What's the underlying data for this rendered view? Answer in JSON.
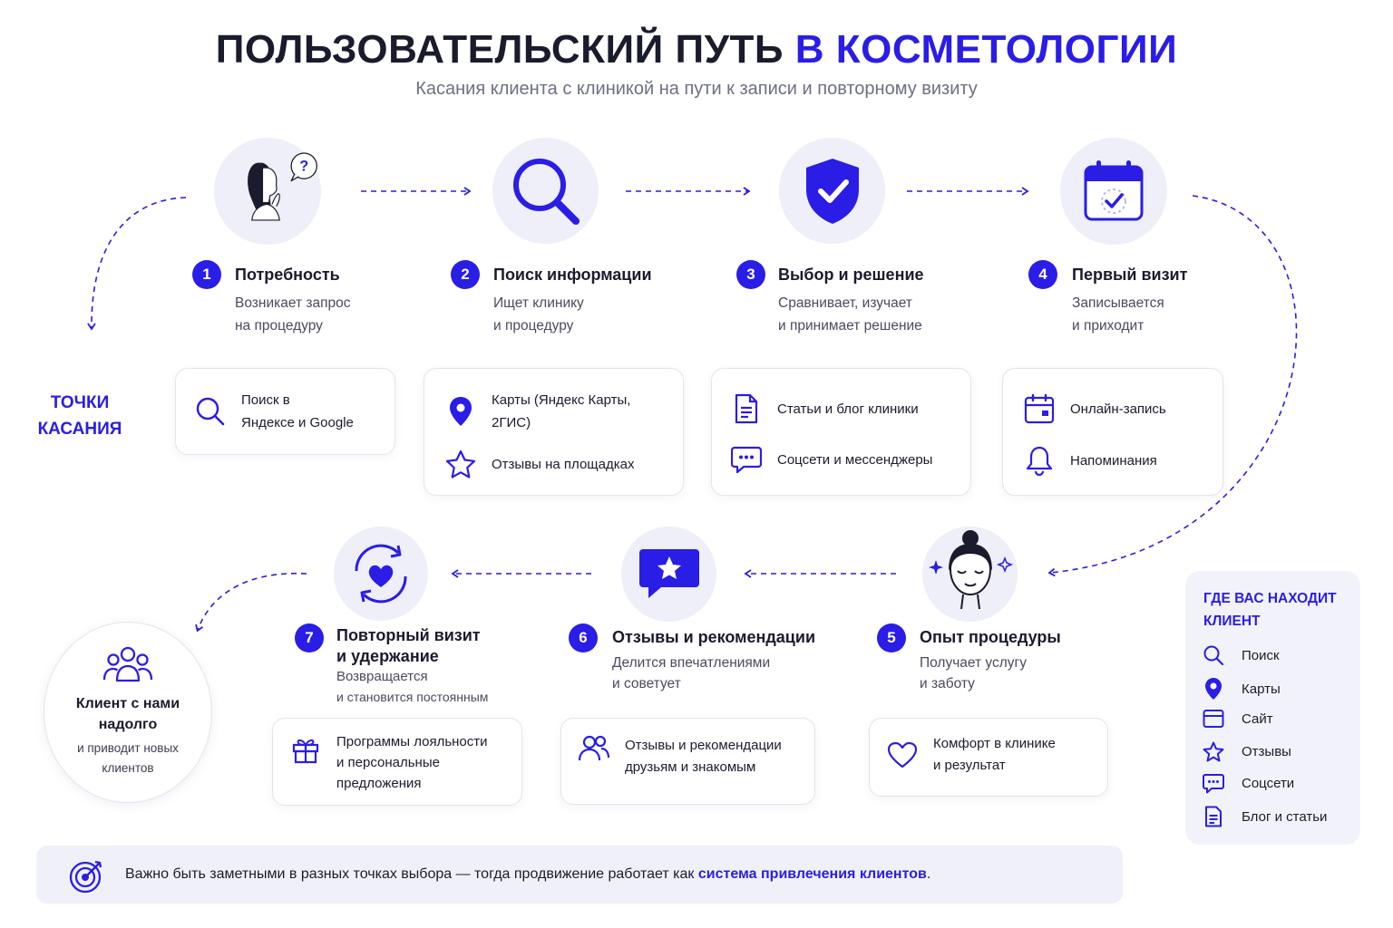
{
  "title": {
    "main": "ПОЛЬЗОВАТЕЛЬСКИЙ ПУТЬ",
    "accent": "В КОСМЕТОЛОГИИ"
  },
  "subtitle": "Касания клиента с клиникой на пути к записи и повторному визиту",
  "colors": {
    "accent": "#2a1de6",
    "circle_bg": "#eeeff8",
    "text": "#1b1b2e",
    "muted": "#6d6f84"
  },
  "touchpoints_label": "ТОЧКИ\nКАСАНИЯ",
  "steps": [
    {
      "num": "1",
      "title": "Потребность",
      "desc": [
        "Возникает запрос",
        "на процедуру"
      ],
      "icon": "woman-question-icon"
    },
    {
      "num": "2",
      "title": "Поиск информации",
      "desc": [
        "Ищет клинику",
        "и процедуру"
      ],
      "icon": "magnifier-icon"
    },
    {
      "num": "3",
      "title": "Выбор и решение",
      "desc": [
        "Сравнивает, изучает",
        "и принимает решение"
      ],
      "icon": "shield-check-icon"
    },
    {
      "num": "4",
      "title": "Первый визит",
      "desc": [
        "Записывается",
        "и приходит"
      ],
      "icon": "calendar-check-icon"
    },
    {
      "num": "5",
      "title": "Опыт процедуры",
      "desc": [
        "Получает услугу",
        "и заботу"
      ],
      "icon": "relaxed-face-icon"
    },
    {
      "num": "6",
      "title": "Отзывы и рекомендации",
      "desc": [
        "Делится впечатлениями",
        "и советует"
      ],
      "icon": "star-chat-icon"
    },
    {
      "num": "7",
      "title": [
        "Повторный визит",
        "и удержание"
      ],
      "desc": [
        "Возвращается",
        "и становится постоянным"
      ],
      "icon": "heart-cycle-icon"
    }
  ],
  "cards": {
    "c1": [
      {
        "icon": "search-icon",
        "text": [
          "Поиск в",
          "Яндексе и Google"
        ]
      }
    ],
    "c2": [
      {
        "icon": "map-pin-icon",
        "text": [
          "Карты (Яндекс Карты,",
          "2ГИС)"
        ]
      },
      {
        "icon": "star-icon",
        "text": [
          "Отзывы на площадках"
        ]
      }
    ],
    "c3": [
      {
        "icon": "document-icon",
        "text": [
          "Статьи и блог клиники"
        ]
      },
      {
        "icon": "chat-icon",
        "text": [
          "Соцсети и мессенджеры"
        ]
      }
    ],
    "c4": [
      {
        "icon": "calendar-icon",
        "text": [
          "Онлайн-запись"
        ]
      },
      {
        "icon": "bell-icon",
        "text": [
          "Напоминания"
        ]
      }
    ],
    "c5": [
      {
        "icon": "heart-icon",
        "text": [
          "Комфорт в клинике",
          "и результат"
        ]
      }
    ],
    "c6": [
      {
        "icon": "users-icon",
        "text": [
          "Отзывы и рекомендации",
          "друзьям и знакомым"
        ]
      }
    ],
    "c7": [
      {
        "icon": "gift-icon",
        "text": [
          "Программы лояльности",
          "и персональные",
          "предложения"
        ]
      }
    ]
  },
  "loyal": {
    "title": [
      "Клиент с нами",
      "надолго"
    ],
    "desc": [
      "и приводит новых",
      "клиентов"
    ],
    "icon": "group-icon"
  },
  "where": {
    "title": [
      "ГДЕ ВАС НАХОДИТ",
      "КЛИЕНТ"
    ],
    "items": [
      {
        "icon": "search-icon",
        "label": "Поиск"
      },
      {
        "icon": "map-pin-icon",
        "label": "Карты"
      },
      {
        "icon": "browser-icon",
        "label": "Сайт"
      },
      {
        "icon": "star-icon",
        "label": "Отзывы"
      },
      {
        "icon": "chat-icon",
        "label": "Соцсети"
      },
      {
        "icon": "document-icon",
        "label": "Блог и статьи"
      }
    ]
  },
  "bottom": {
    "icon": "target-icon",
    "text": "Важно быть заметными в разных точках выбора — тогда продвижение работает как ",
    "highlight": "система привлечения клиентов",
    "end": "."
  }
}
